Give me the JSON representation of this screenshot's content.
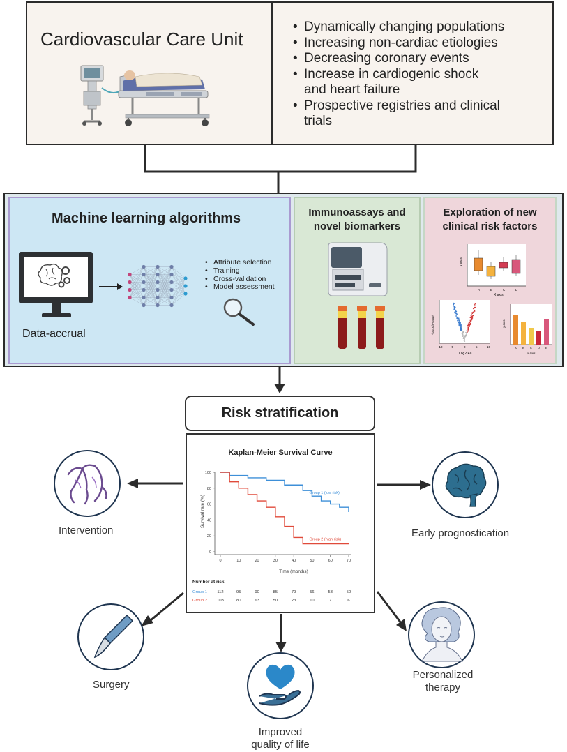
{
  "top": {
    "title": "Cardiovascular Care Unit",
    "bullets": [
      "Dynamically changing populations",
      "Increasing non-cardiac etiologies",
      "Decreasing coronary events",
      "Increase in cardiogenic shock",
      "and heart failure",
      "Prospective registries and clinical",
      "trials"
    ]
  },
  "ml": {
    "title": "Machine learning algorithms",
    "steps": [
      "Attribute selection",
      "Training",
      "Cross-validation",
      "Model assessment"
    ],
    "data_label": "Data-accrual"
  },
  "immuno": {
    "title_line1": "Immunoassays and",
    "title_line2": "novel biomarkers"
  },
  "risk_factors": {
    "title_line1": "Exploration of new",
    "title_line2": "clinical risk factors",
    "boxplot": {
      "ylabel": "y axis",
      "xlabel": "X axis",
      "categories": [
        "A",
        "B",
        "C",
        "D"
      ]
    },
    "volcano": {
      "ylabel": "-log10(Pvalue)",
      "xlabel": "Log2 FC",
      "ticks": [
        "-10",
        "-5",
        "0",
        "5",
        "10"
      ]
    },
    "bars": {
      "ylabel": "y axis",
      "xlabel": "x axis",
      "categories": [
        "A",
        "B",
        "C",
        "D",
        "E"
      ]
    }
  },
  "risk": {
    "title": "Risk stratification"
  },
  "outcomes": {
    "intervention": "Intervention",
    "early": "Early prognostication",
    "surgery": "Surgery",
    "personalized_1": "Personalized",
    "personalized_2": "therapy",
    "quality_1": "Improved",
    "quality_2": "quality of life"
  },
  "chart_data": {
    "type": "line",
    "title": "Kaplan-Meier Survival Curve",
    "xlabel": "Time (months)",
    "ylabel": "Survival rate (%)",
    "xlim": [
      0,
      70
    ],
    "ylim": [
      0,
      100
    ],
    "xticks": [
      0,
      10,
      20,
      30,
      40,
      50,
      60,
      70
    ],
    "yticks": [
      0,
      20,
      40,
      60,
      80,
      100
    ],
    "series": [
      {
        "name": "Group 1 (low risk)",
        "color": "#3d8fd8",
        "x": [
          0,
          5,
          10,
          15,
          20,
          25,
          30,
          35,
          40,
          45,
          50,
          55,
          60,
          65,
          70
        ],
        "y": [
          100,
          96,
          96,
          93,
          93,
          90,
          90,
          84,
          84,
          77,
          70,
          64,
          60,
          56,
          50
        ]
      },
      {
        "name": "Group 2 (high risk)",
        "color": "#e04a3a",
        "x": [
          0,
          5,
          10,
          15,
          20,
          25,
          30,
          35,
          40,
          45,
          50,
          55,
          60,
          65,
          70
        ],
        "y": [
          100,
          88,
          80,
          72,
          64,
          56,
          44,
          32,
          18,
          10,
          10,
          10,
          10,
          10,
          10
        ]
      }
    ],
    "risk_table": {
      "title": "Number at risk",
      "rows": [
        {
          "label": "Group 1",
          "color": "#3d8fd8",
          "values": [
            "112",
            "95",
            "90",
            "85",
            "79",
            "56",
            "53",
            "50"
          ]
        },
        {
          "label": "Group 2",
          "color": "#e04a3a",
          "values": [
            "103",
            "80",
            "63",
            "50",
            "23",
            "10",
            "7",
            "6"
          ]
        }
      ]
    }
  },
  "colors": {
    "ml_bg": "#cfe8f5",
    "immuno_bg": "#d9e8d4",
    "risk_bg": "#efd6db",
    "top_bg": "#f8f4ef"
  }
}
